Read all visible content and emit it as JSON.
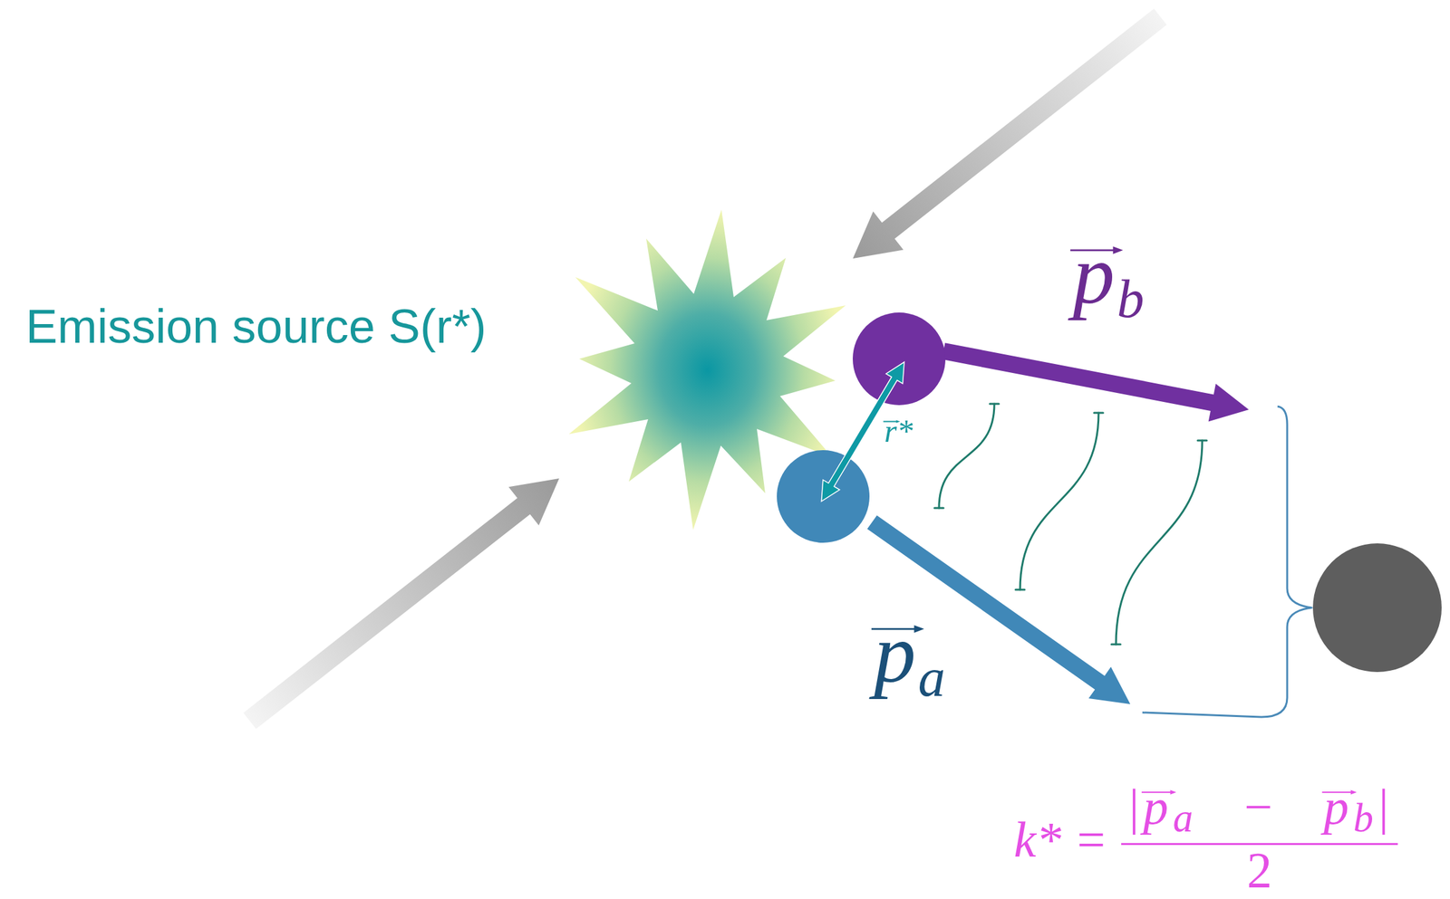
{
  "diagram": {
    "labels": [
      "Emission source S(r*)",
      "pb",
      "r*",
      "pa",
      "k* =",
      "|pa − pb|",
      "2"
    ]
  }
}
